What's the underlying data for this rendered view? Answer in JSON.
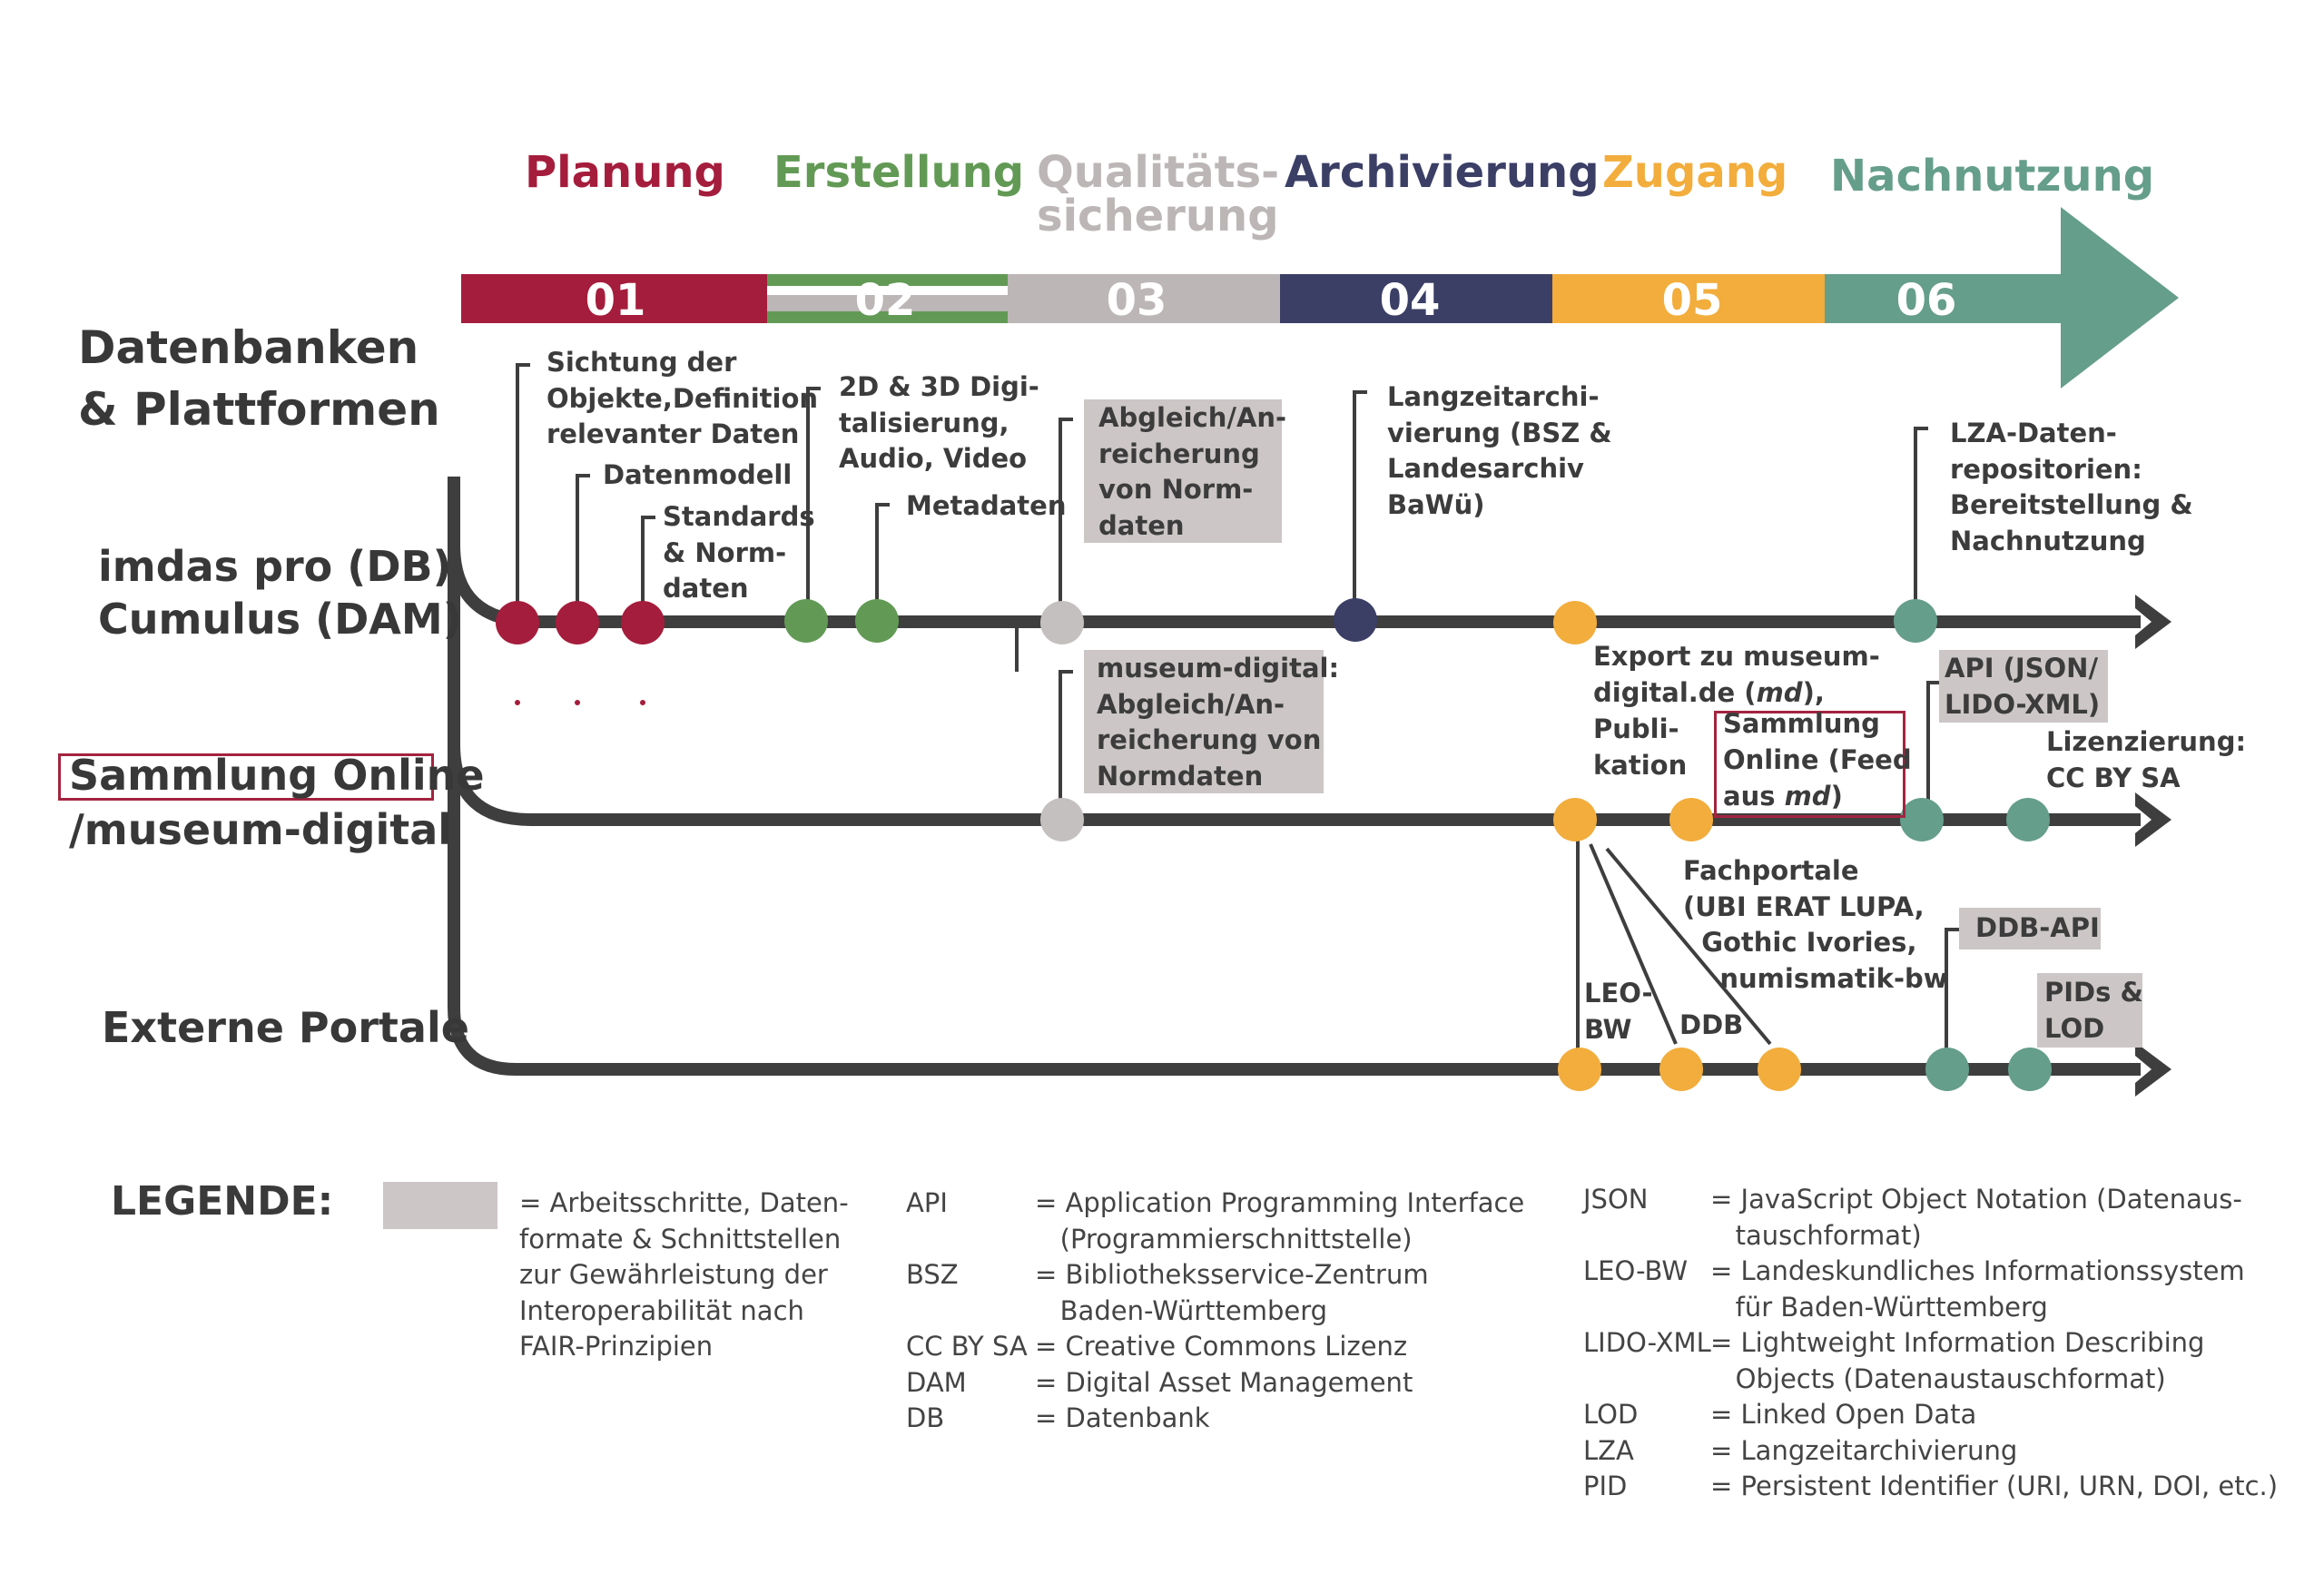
{
  "colors": {
    "planung": "#a51d3c",
    "erstellung": "#629a55",
    "qualitaet": "#bcb6b6",
    "archivierung": "#3b3f66",
    "zugang": "#f2ad3c",
    "nachnutzung": "#659e8a",
    "line": "#3e3e3e",
    "graybox": "#ccc6c6",
    "highlight": "#a3243f"
  },
  "phases": [
    {
      "number": "01",
      "label": "Planung"
    },
    {
      "number": "02",
      "label": "Erstellung"
    },
    {
      "number": "03",
      "label_line1": "Qualitäts-",
      "label_line2": "sicherung"
    },
    {
      "number": "04",
      "label": "Archivierung"
    },
    {
      "number": "05",
      "label": "Zugang"
    },
    {
      "number": "06",
      "label": "Nachnutzung"
    }
  ],
  "heading": {
    "line1": "Datenbanken",
    "line2": "& Plattformen"
  },
  "rows": {
    "row1": {
      "line1": "imdas pro (DB)",
      "line2": "Cumulus (DAM)"
    },
    "row2": {
      "line1": "Sammlung Online",
      "line2": "/museum-digital"
    },
    "row3": {
      "line1": "Externe Portale"
    }
  },
  "annotations": {
    "sichtung": "Sichtung der\nObjekte,Definition\nrelevanter Daten",
    "datenmodell": "Datenmodell",
    "standards": "Standards\n& Norm-\ndaten",
    "digitalisierung": "2D & 3D Digi-\ntalisierung,\nAudio, Video",
    "metadaten": "Metadaten",
    "abgleich": "Abgleich/An-\nreicherung\nvon Norm-\ndaten",
    "langzeit": "Langzeitarchi-\nvierung (BSZ &\nLandesarchiv\nBaWü)",
    "lza": "LZA-Daten-\nrepositorien:\nBereitstellung &\nNachnutzung",
    "museum_digital": "museum-digital:\nAbgleich/An-\nreicherung von\nNormdaten",
    "export_line1": "Export zu museum-",
    "export_line2a": "digital.de (",
    "export_md": "md",
    "export_line2b": "),",
    "export_line3": "Publi-\nkation",
    "feed_line1": "Sammlung\nOnline (Feed",
    "feed_line3a": "aus ",
    "feed_md": "md",
    "feed_line3b": ")",
    "api": "API (JSON/\nLIDO-XML)",
    "lizenz": "Lizenzierung:\nCC BY SA",
    "fachportale": "Fachportale\n(UBI ERAT LUPA,\n  Gothic Ivories,\n    numismatik-bw",
    "leobw": "LEO-\nBW",
    "ddb": "DDB",
    "ddbapi": "DDB-API",
    "pids": "PIDs &\nLOD"
  },
  "legend": {
    "title": "LEGENDE:",
    "box_text": "= Arbeitsschritte, Daten-\nformate & Schnittstellen\nzur Gewährleistung der\nInteroperabilität nach\nFAIR-Prinzipien",
    "col1_terms": "API\n\nBSZ\n\nCC BY SA\nDAM\nDB",
    "col1_defs": "= Application Programming Interface\n   (Programmierschnittstelle)\n= Bibliotheksservice-Zentrum\n   Baden-Württemberg\n= Creative Commons Lizenz\n= Digital Asset Management\n= Datenbank",
    "col2_terms": "JSON\n\nLEO-BW\n\nLIDO-XML\n\nLOD\nLZA\nPID",
    "col2_defs": "= JavaScript Object Notation (Datenaus-\n   tauschformat)\n= Landeskundliches Informationssystem\n   für Baden-Württemberg\n= Lightweight Information Describing\n   Objects (Datenaustauschformat)\n= Linked Open Data\n= Langzeitarchivierung\n= Persistent Identifier (URI, URN, DOI, etc.)"
  }
}
